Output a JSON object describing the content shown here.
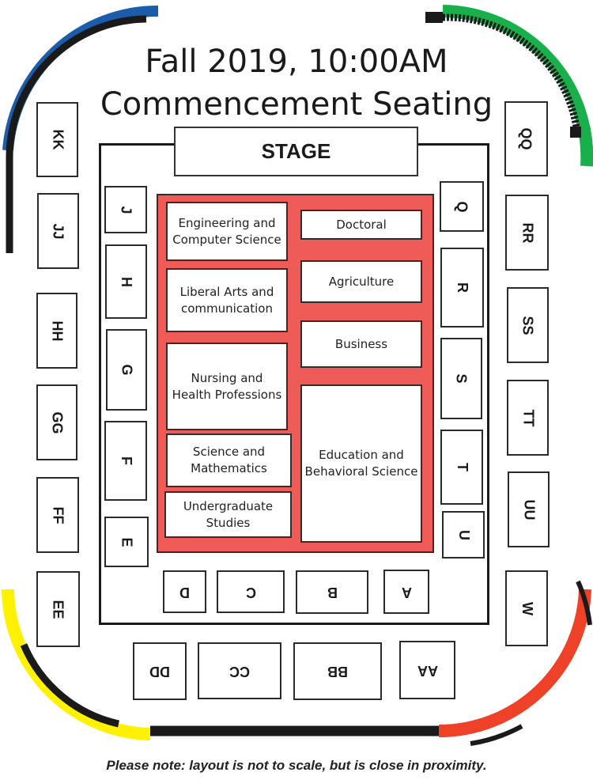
{
  "header": {
    "line1": "Fall 2019, 10:00AM",
    "line2": "Commencement Seating"
  },
  "stage": {
    "label": "STAGE"
  },
  "colors": {
    "blue_arc": "#1b5cab",
    "green_arc": "#19b04b",
    "yellow_arc": "#fff200",
    "red_arc": "#ee4127",
    "college_area": "#ef5b57",
    "outline": "#1a1a1a"
  },
  "colleges": [
    {
      "name": "Engineering and Computer Science",
      "line1": "Engineering and",
      "line2": "Computer Science"
    },
    {
      "name": "Doctoral",
      "line1": "Doctoral",
      "line2": ""
    },
    {
      "name": "Liberal Arts and communication",
      "line1": "Liberal Arts and",
      "line2": "communication"
    },
    {
      "name": "Agriculture",
      "line1": "Agriculture",
      "line2": ""
    },
    {
      "name": "Business",
      "line1": "Business",
      "line2": ""
    },
    {
      "name": "Nursing and Health Professions",
      "line1": "Nursing and",
      "line2": "Health Professions"
    },
    {
      "name": "Science and Mathematics",
      "line1": "Science and",
      "line2": "Mathematics"
    },
    {
      "name": "Undergraduate Studies",
      "line1": "Undergraduate",
      "line2": "Studies"
    },
    {
      "name": "Education and Behavioral Science",
      "line1": "Education and",
      "line2": "Behavioral Science"
    }
  ],
  "sections": {
    "outer_left": [
      "KK",
      "JJ",
      "HH",
      "GG",
      "FF",
      "EE"
    ],
    "inner_left": [
      "J",
      "H",
      "G",
      "F",
      "E"
    ],
    "inner_right": [
      "Q",
      "R",
      "S",
      "T",
      "U"
    ],
    "outer_right": [
      "QQ",
      "RR",
      "SS",
      "TT",
      "UU",
      "W"
    ],
    "inner_bottom": [
      "D",
      "C",
      "B",
      "A"
    ],
    "outer_bottom": [
      "DD",
      "CC",
      "BB",
      "AA"
    ]
  },
  "footer": {
    "note": "Please note: layout is not to scale, but is close in proximity."
  }
}
